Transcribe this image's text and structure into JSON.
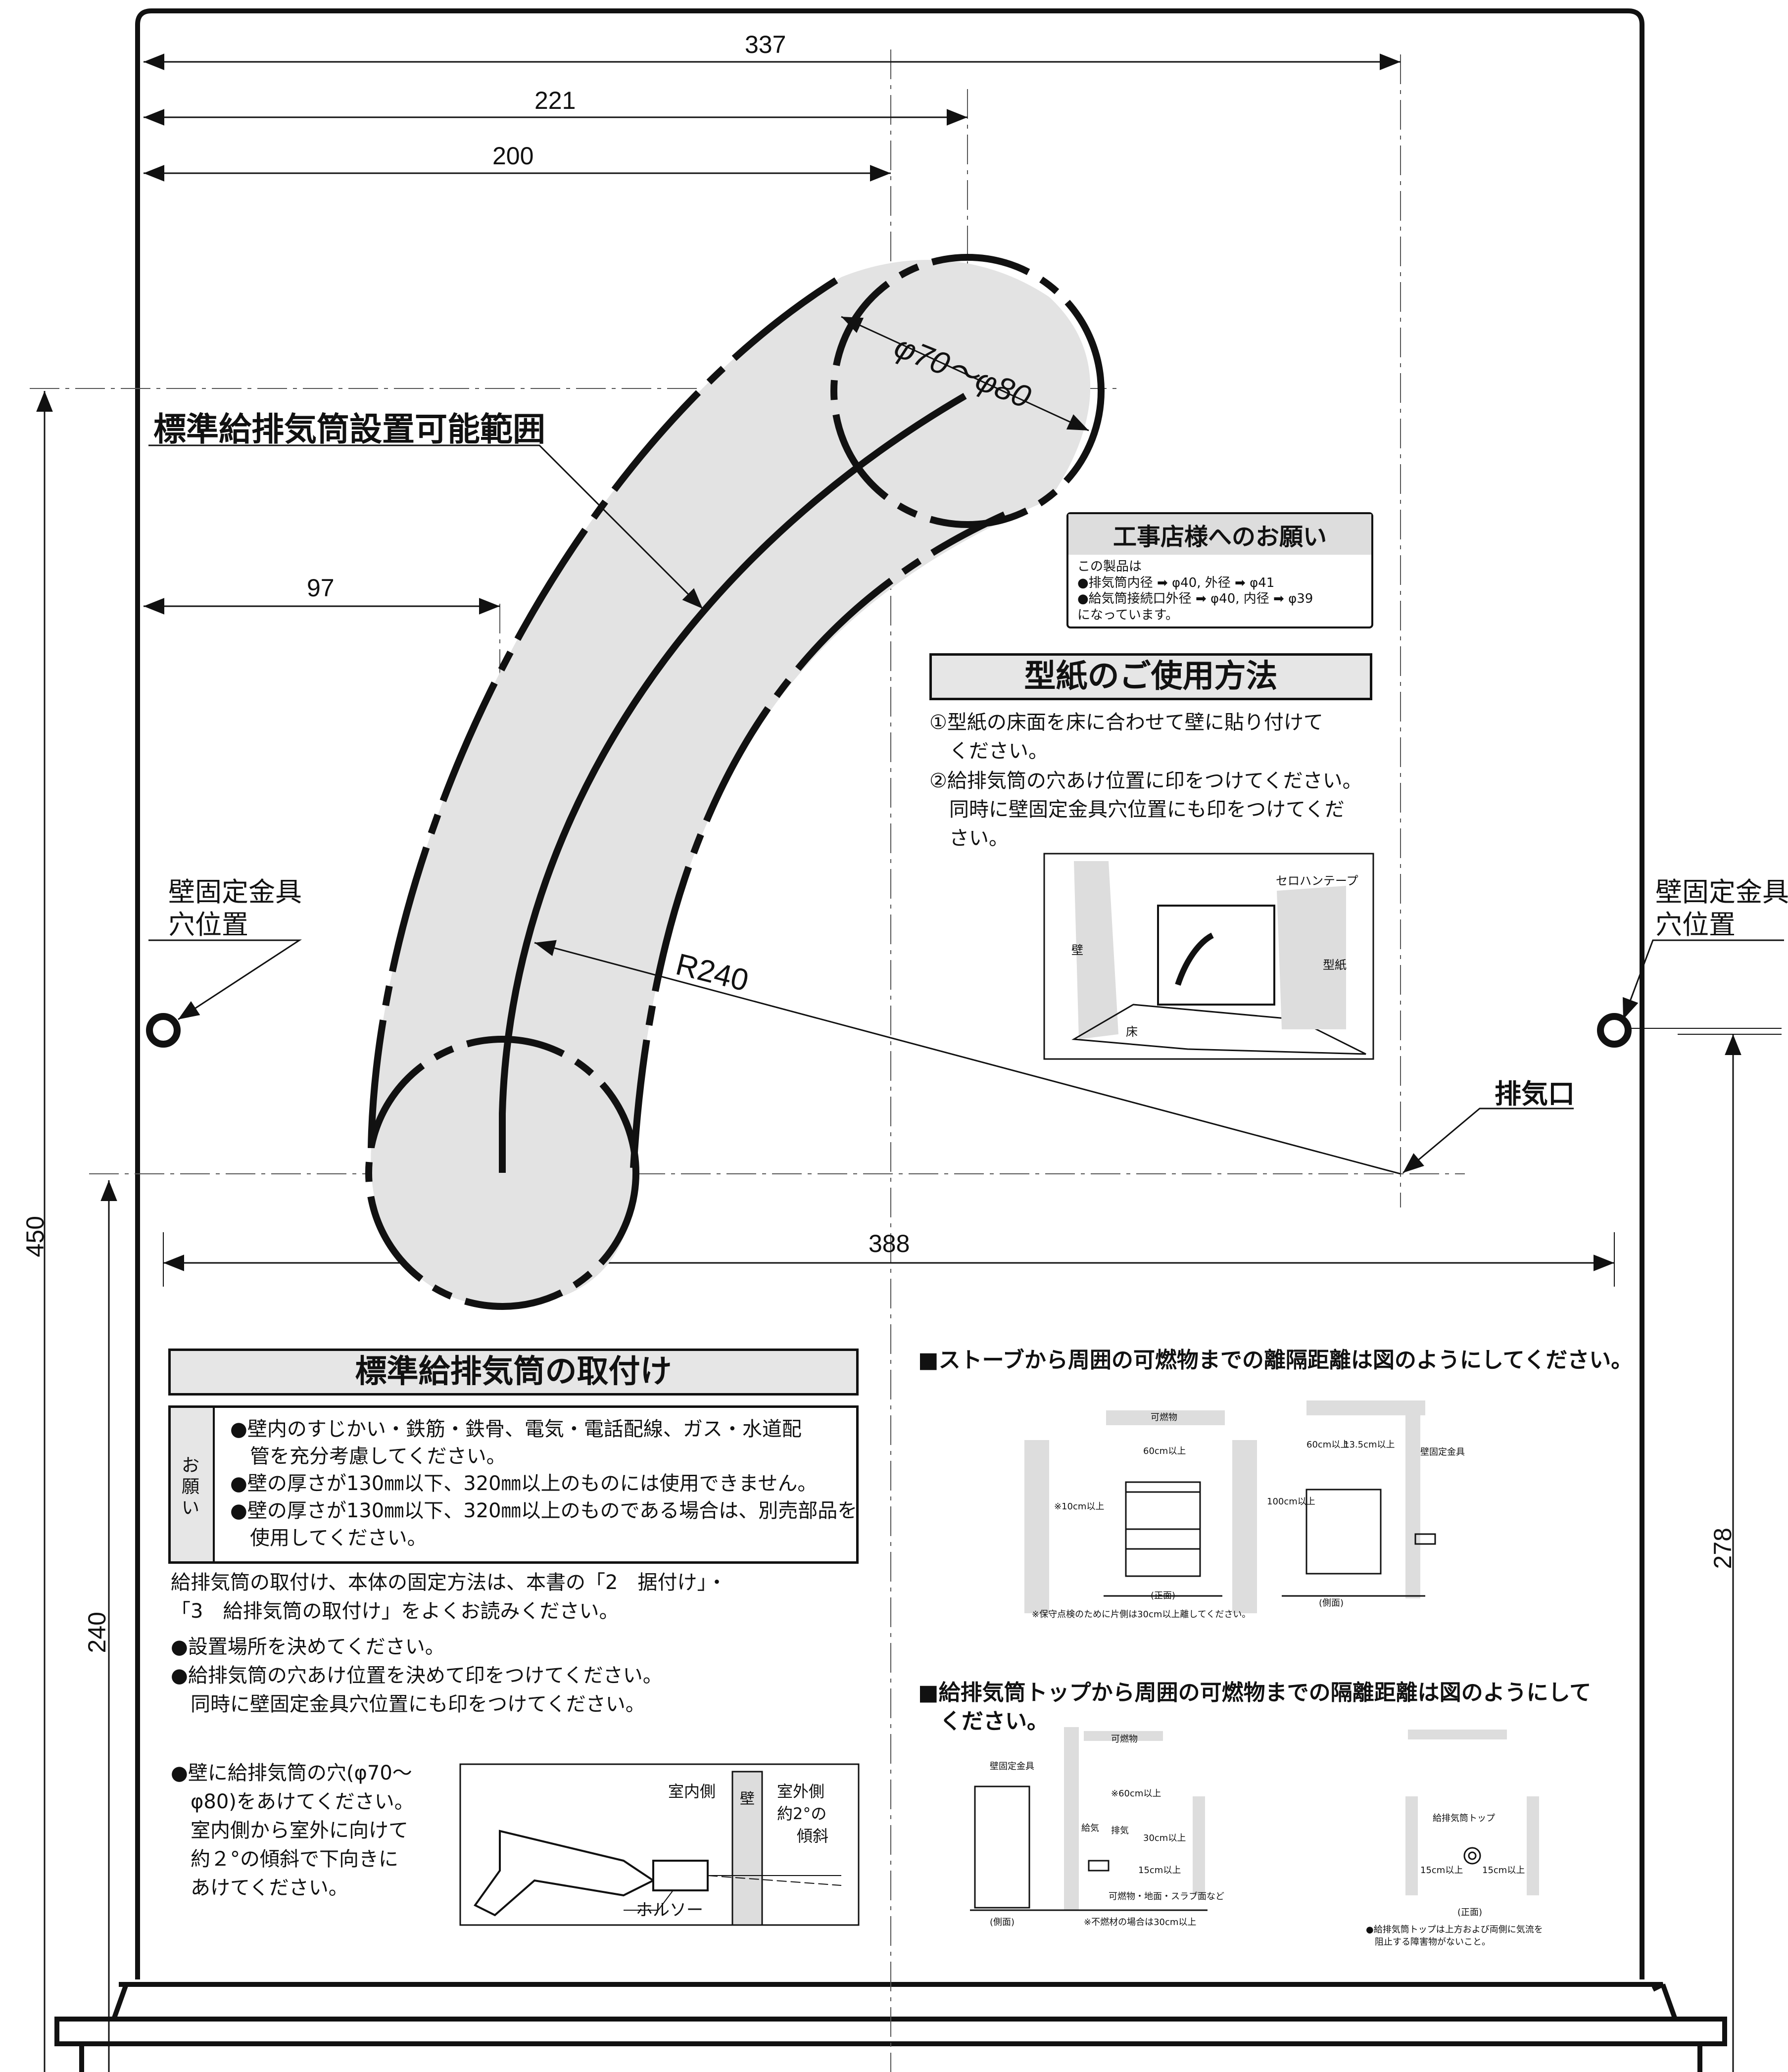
{
  "dimensions": {
    "d337": "337",
    "d221": "221",
    "d200": "200",
    "d97": "97",
    "d388": "388",
    "d450": "450",
    "d240": "240",
    "d278": "278",
    "radius": "R240",
    "diameter": "φ70〜φ80"
  },
  "labels": {
    "install_range": "標準給排気筒設置可能範囲",
    "bracket_left_1": "壁固定金具",
    "bracket_left_2": "穴位置",
    "bracket_right_1": "壁固定金具",
    "bracket_right_2": "穴位置",
    "exhaust": "排気口"
  },
  "request_box": {
    "title": "工事店様へのお願い",
    "lines": [
      "この製品は",
      "●排気筒内径 ➡ φ40, 外径 ➡ φ41",
      "●給気筒接続口外径 ➡ φ40, 内径 ➡ φ39",
      "になっています。"
    ]
  },
  "usage": {
    "title": "型紙のご使用方法",
    "lines": [
      "①型紙の床面を床に合わせて壁に貼り付けて",
      "　ください。",
      "②給排気筒の穴あけ位置に印をつけてください。",
      "　同時に壁固定金具穴位置にも印をつけてくだ",
      "　さい。"
    ],
    "fig_tape": "セロハンテープ",
    "fig_wall": "壁",
    "fig_pattern": "型紙",
    "fig_floor": "床"
  },
  "install": {
    "title": "標準給排気筒の取付け",
    "side_label": "お願い",
    "bullets": [
      "●壁内のすじかい・鉄筋・鉄骨、電気・電話配線、ガス・水道配",
      "　管を充分考慮してください。",
      "●壁の厚さが130㎜以下、320㎜以上のものには使用できません。",
      "●壁の厚さが130㎜以下、320㎜以上のものである場合は、別売部品を",
      "　使用してください。"
    ],
    "body": [
      "給排気筒の取付け、本体の固定方法は、本書の「2　据付け」・",
      "「3　給排気筒の取付け」をよくお読みください。",
      "●設置場所を決めてください。",
      "●給排気筒の穴あけ位置を決めて印をつけてください。",
      "　同時に壁固定金具穴位置にも印をつけてください。"
    ],
    "drill_text": [
      "●壁に給排気筒の穴(φ70〜",
      "　φ80)をあけてください。",
      "　室内側から室外に向けて",
      "　約２°の傾斜で下向きに",
      "　あけてください。"
    ],
    "fig_indoor": "室内側",
    "fig_wall": "壁",
    "fig_outdoor": "室外側",
    "fig_angle": "約2°の",
    "fig_slope": "傾斜",
    "fig_holesaw": "ホルソー"
  },
  "clearance": {
    "title": "■ストーブから周囲の可燃物までの離隔距離は図のようにしてください。",
    "combustible": "可燃物",
    "above": "60cm以上",
    "side": "※10cm以上",
    "back": "100cm以上",
    "side_top_60": "60cm以上",
    "side_top_135": "13.5cm以上",
    "bracket": "壁固定金具",
    "front": "(正面)",
    "side_view": "(側面)",
    "note": "※保守点検のために片側は30cm以上離してください。"
  },
  "top_clearance": {
    "title_1": "■給排気筒トップから周囲の可燃物までの隔離距離は図のようにして",
    "title_2": "　ください。",
    "bracket": "壁固定金具",
    "combustible": "可燃物",
    "above": "※60cm以上",
    "supply": "給気",
    "exhaust": "排気",
    "d30": "30cm以上",
    "d15": "15cm以上",
    "floor": "可燃物・地面・スラブ面など",
    "side_view": "(側面)",
    "note1": "※不燃材の場合は30cm以上",
    "top_name": "給排気筒トップ",
    "left15": "15cm以上",
    "right15": "15cm以上",
    "front": "(正面)",
    "note2a": "●給排気筒トップは上方および両側に気流を",
    "note2b": "　阻止する障害物がないこと。"
  }
}
